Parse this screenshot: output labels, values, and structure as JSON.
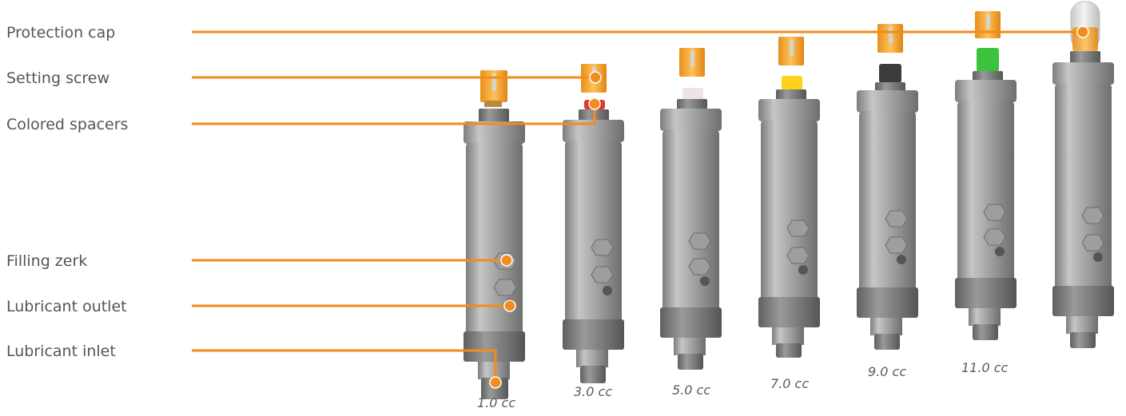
{
  "labels": {
    "protection_cap": "Protection cap",
    "setting_screw": "Setting screw",
    "colored_spacers": "Colored spacers",
    "filling_zerk": "Filling zerk",
    "lubricant_outlet": "Lubricant outlet",
    "lubricant_inlet": "Lubricant inlet"
  },
  "volumes": [
    "1.0 cc",
    "3.0 cc",
    "5.0 cc",
    "7.0 cc",
    "9.0 cc",
    "11.0 cc"
  ],
  "colors": {
    "leader_line": "#f28c1c",
    "setting_screw": "#f5a623",
    "spacer_red": "#e03a2a",
    "spacer_white": "#efe3e3",
    "spacer_yellow": "#ffd21c",
    "spacer_dark": "#3c3c3c",
    "spacer_green": "#3cc23c",
    "cylinder": "#a7a7a7"
  }
}
